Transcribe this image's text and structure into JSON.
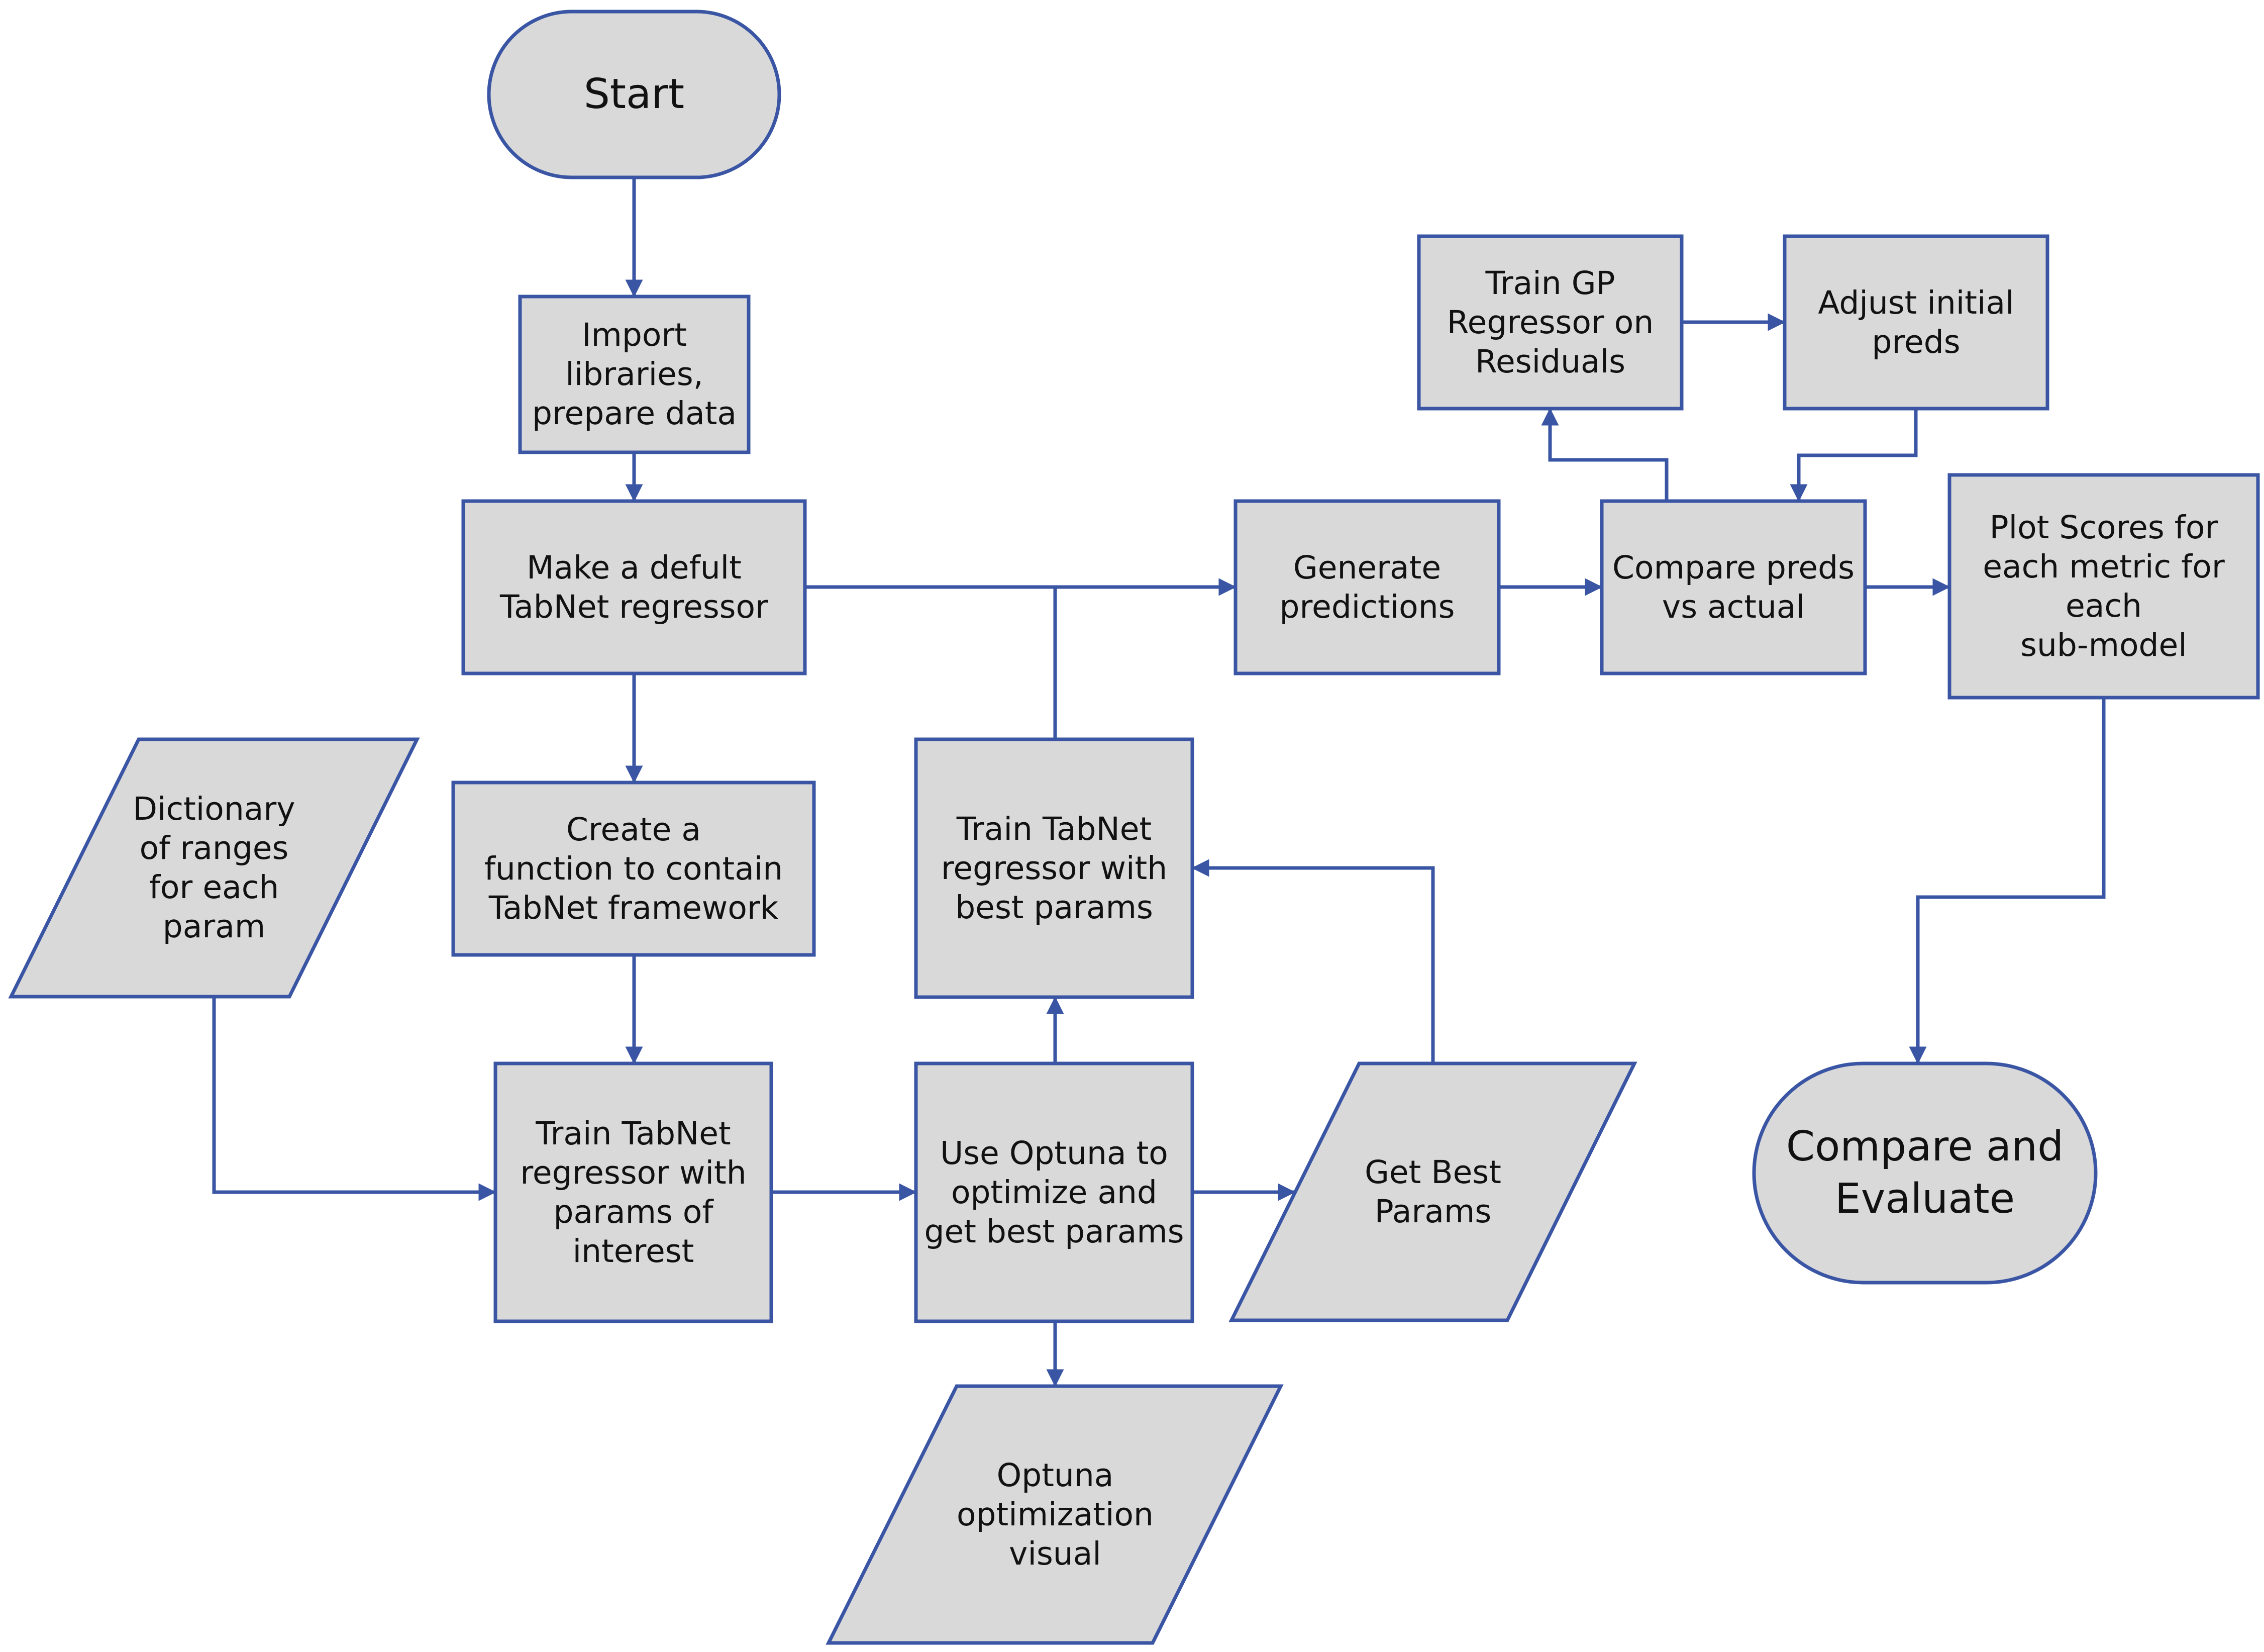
{
  "colors": {
    "fill": "#d9d9d9",
    "stroke": "#3a55a4",
    "text": "#111111"
  },
  "nodes": {
    "start": "Start",
    "import": "Import\nlibraries,\nprepare data",
    "default_reg": "Make a defult\nTabNet regressor",
    "dict_ranges": "Dictionary\nof ranges\nfor each\nparam",
    "create_fn": "Create a\nfunction to contain\nTabNet framework",
    "train_interest": "Train TabNet\nregressor with\nparams of\ninterest",
    "optuna": "Use Optuna to\noptimize and\nget best params",
    "optuna_visual": "Optuna\noptimization\nvisual",
    "best_params": "Get Best\nParams",
    "train_best": "Train TabNet\nregressor with\nbest params",
    "generate": "Generate\npredictions",
    "compare_preds": "Compare preds\nvs actual",
    "train_gp": "Train GP\nRegressor on\nResiduals",
    "adjust": "Adjust initial\npreds",
    "plot_scores": "Plot Scores for\neach metric for\neach\nsub-model",
    "compare_eval": "Compare and\nEvaluate"
  }
}
